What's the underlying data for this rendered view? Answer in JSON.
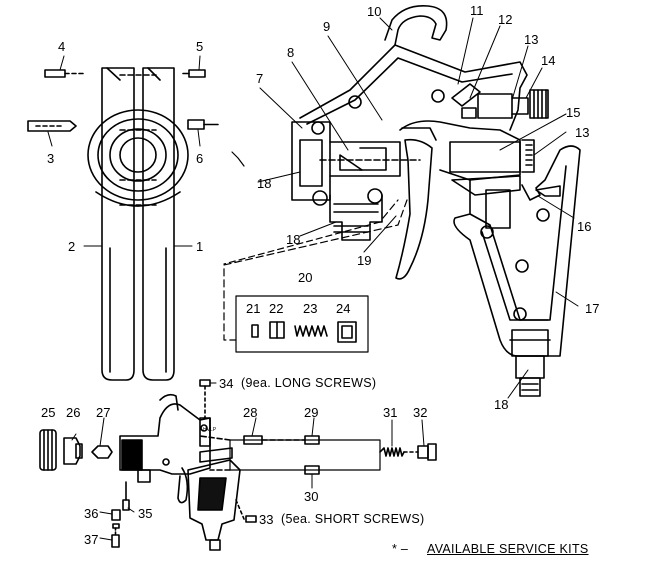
{
  "callouts": {
    "c1": "1",
    "c2": "2",
    "c3": "3",
    "c4": "4",
    "c5": "5",
    "c6": "6",
    "c7": "7",
    "c8": "8",
    "c9": "9",
    "c10": "10",
    "c11": "11",
    "c12": "12",
    "c13a": "13",
    "c13b": "13",
    "c14": "14",
    "c15": "15",
    "c16": "16",
    "c17": "17",
    "c18a": "18",
    "c18b": "18",
    "c18c": "18",
    "c19": "19",
    "c20": "20",
    "c21": "21",
    "c22": "22",
    "c23": "23",
    "c24": "24",
    "c25": "25",
    "c26": "26",
    "c27": "27",
    "c28": "28",
    "c29": "29",
    "c30": "30",
    "c31": "31",
    "c32": "32",
    "c33": "33",
    "c34": "34",
    "c35": "35",
    "c36": "36",
    "c37": "37"
  },
  "notes": {
    "long_screws": "(9ea. LONG SCREWS)",
    "short_screws": "(5ea. SHORT SCREWS)",
    "service_kits_prefix": "* –",
    "service_kits": "AVAILABLE SERVICE KITS",
    "hvlp_badge": "HVLP"
  }
}
